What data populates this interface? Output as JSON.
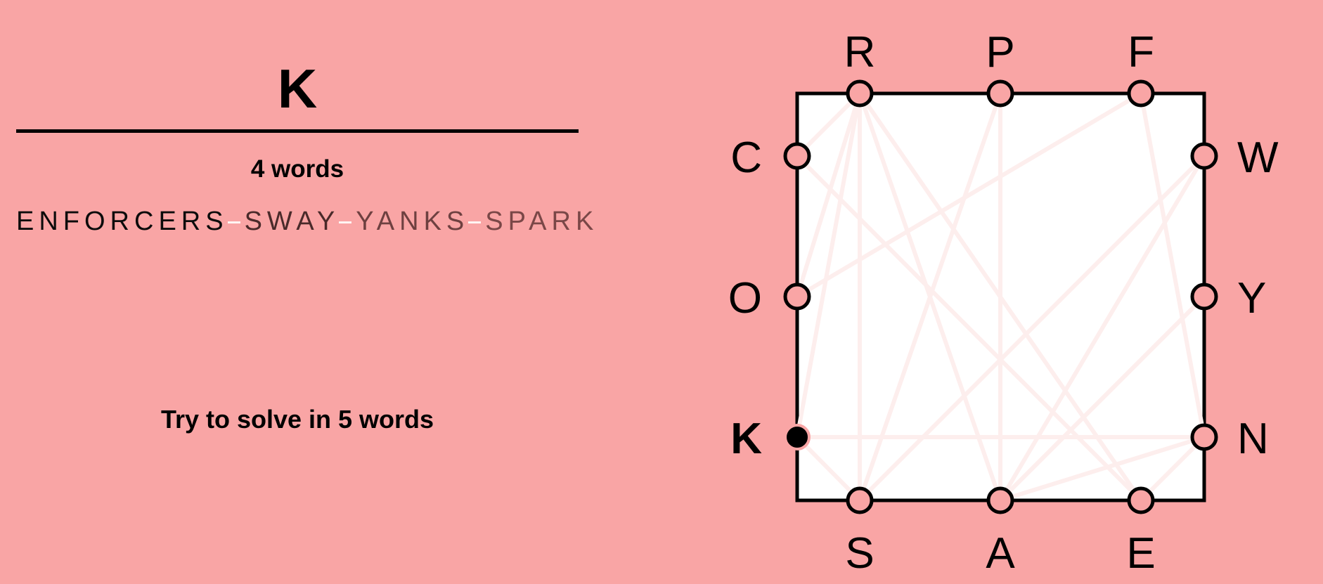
{
  "current_word": "K",
  "word_count_label": "4 words",
  "found_words": [
    "ENFORCERS",
    "SWAY",
    "YANKS",
    "SPARK"
  ],
  "goal_text": "Try to solve in 5 words",
  "board": {
    "top": [
      "R",
      "P",
      "F"
    ],
    "left": [
      "C",
      "O",
      "K"
    ],
    "right": [
      "W",
      "Y",
      "N"
    ],
    "bottom": [
      "S",
      "A",
      "E"
    ],
    "selected_letter": "K"
  },
  "colors": {
    "background": "#f9a5a5",
    "board_fill": "#ffffff",
    "board_stroke": "#000000",
    "node_fill": "#f9a5a5",
    "trail_line": "#fdeeed",
    "selected_node": "#000000"
  }
}
